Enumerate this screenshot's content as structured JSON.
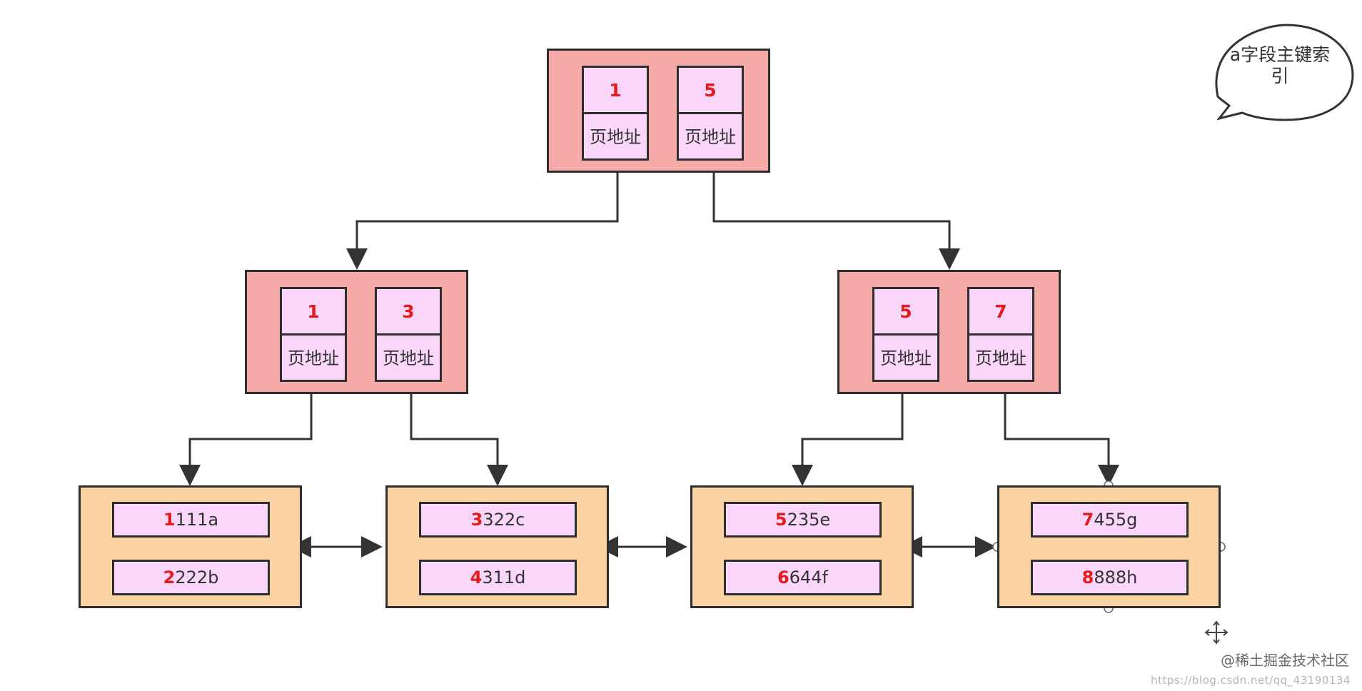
{
  "root": {
    "keys": [
      {
        "key": "1",
        "addr": "页地址"
      },
      {
        "key": "5",
        "addr": "页地址"
      }
    ]
  },
  "internal": [
    {
      "keys": [
        {
          "key": "1",
          "addr": "页地址"
        },
        {
          "key": "3",
          "addr": "页地址"
        }
      ]
    },
    {
      "keys": [
        {
          "key": "5",
          "addr": "页地址"
        },
        {
          "key": "7",
          "addr": "页地址"
        }
      ]
    }
  ],
  "leaves": [
    {
      "records": [
        {
          "key": "1",
          "value": "111a"
        },
        {
          "key": "2",
          "value": "222b"
        }
      ]
    },
    {
      "records": [
        {
          "key": "3",
          "value": "322c"
        },
        {
          "key": "4",
          "value": "311d"
        }
      ]
    },
    {
      "records": [
        {
          "key": "5",
          "value": "235e"
        },
        {
          "key": "6",
          "value": "644f"
        }
      ]
    },
    {
      "records": [
        {
          "key": "7",
          "value": "455g"
        },
        {
          "key": "8",
          "value": "888h"
        }
      ]
    }
  ],
  "callout": "a字段主键索引",
  "watermark": "@稀土掘金技术社区",
  "url_text": "https://blog.csdn.net/qq_43190134",
  "colors": {
    "internal_fill": "#f6aaa8",
    "leaf_fill": "#fbd3a3",
    "cell_fill": "#fbd6fb",
    "key_red": "#e31b1b",
    "stroke": "#2e2e2e"
  }
}
